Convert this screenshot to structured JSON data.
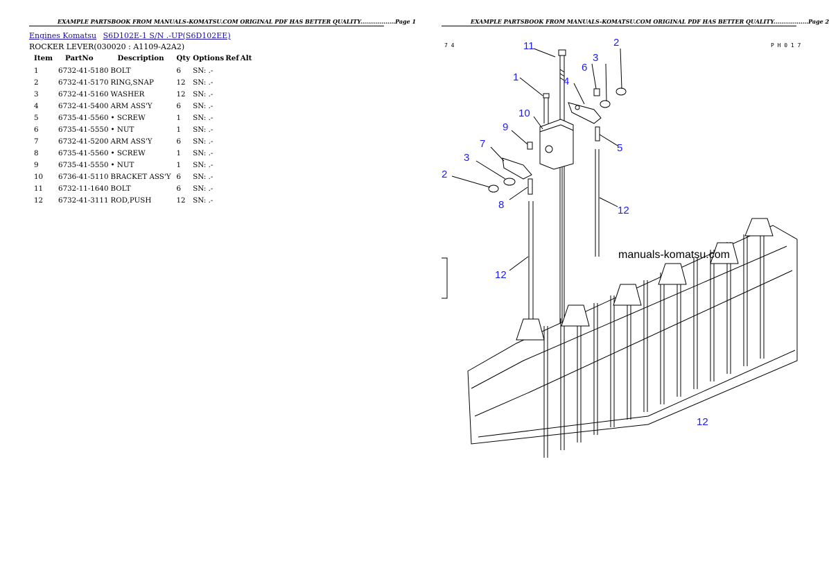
{
  "page1": {
    "header": "EXAMPLE PARTSBOOK FROM MANUALS-KOMATSU.COM ORIGINAL PDF HAS BETTER QUALITY..................Page 1",
    "breadcrumbs": [
      "Engines Komatsu",
      "S6D102E-1 S/N .-UP(S6D102EE)"
    ],
    "subtitle": "ROCKER LEVER(030020 : A1109-A2A2)",
    "columns": [
      "Item",
      "PartNo",
      "Description",
      "Qty",
      "Options",
      "Ref",
      "Alt"
    ],
    "rows": [
      {
        "item": "1",
        "partno": "6732-41-5180",
        "desc": "BOLT",
        "qty": "6",
        "options": "SN: .-"
      },
      {
        "item": "2",
        "partno": "6732-41-5170",
        "desc": "RING,SNAP",
        "qty": "12",
        "options": "SN: .-"
      },
      {
        "item": "3",
        "partno": "6732-41-5160",
        "desc": "WASHER",
        "qty": "12",
        "options": "SN: .-"
      },
      {
        "item": "4",
        "partno": "6732-41-5400",
        "desc": "ARM ASS'Y",
        "qty": "6",
        "options": "SN: .-"
      },
      {
        "item": "5",
        "partno": "6735-41-5560",
        "desc": "• SCREW",
        "qty": "1",
        "options": "SN: .-"
      },
      {
        "item": "6",
        "partno": "6735-41-5550",
        "desc": "• NUT",
        "qty": "1",
        "options": "SN: .-"
      },
      {
        "item": "7",
        "partno": "6732-41-5200",
        "desc": "ARM ASS'Y",
        "qty": "6",
        "options": "SN: .-"
      },
      {
        "item": "8",
        "partno": "6735-41-5560",
        "desc": "• SCREW",
        "qty": "1",
        "options": "SN: .-"
      },
      {
        "item": "9",
        "partno": "6735-41-5550",
        "desc": "• NUT",
        "qty": "1",
        "options": "SN: .-"
      },
      {
        "item": "10",
        "partno": "6736-41-5110",
        "desc": "BRACKET ASS'Y",
        "qty": "6",
        "options": "SN: .-"
      },
      {
        "item": "11",
        "partno": "6732-11-1640",
        "desc": "BOLT",
        "qty": "6",
        "options": "SN: .-"
      },
      {
        "item": "12",
        "partno": "6732-41-3111",
        "desc": "ROD,PUSH",
        "qty": "12",
        "options": "SN: .-"
      }
    ]
  },
  "page2": {
    "header": "EXAMPLE PARTSBOOK FROM MANUALS-KOMATSU.COM ORIGINAL PDF HAS BETTER QUALITY..................Page 2",
    "corner_left": "7 4",
    "corner_right": "P H 0 1 7",
    "watermark": "manuals-komatsu.com",
    "callouts": [
      "11",
      "2",
      "6",
      "3",
      "1",
      "4",
      "10",
      "9",
      "5",
      "7",
      "3",
      "2",
      "8",
      "12",
      "12",
      "12"
    ]
  },
  "colors": {
    "link": "#1a0dab",
    "callout": "#1a1aff"
  }
}
